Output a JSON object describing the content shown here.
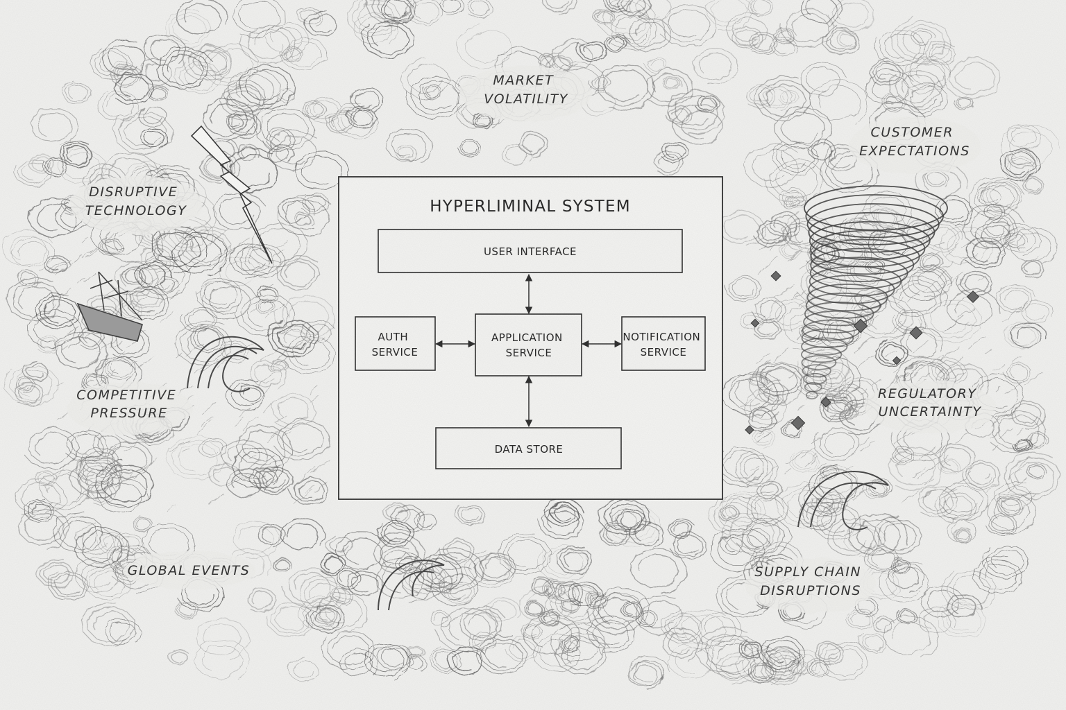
{
  "storm_labels": [
    {
      "key": "market",
      "lines": [
        "MARKET",
        "VOLATILITY"
      ]
    },
    {
      "key": "customer",
      "lines": [
        "CUSTOMER",
        "EXPECTATIONS"
      ]
    },
    {
      "key": "disruptive",
      "lines": [
        "DISRUPTIVE",
        "TECHNOLOGY"
      ]
    },
    {
      "key": "competitive",
      "lines": [
        "COMPETITIVE",
        "PRESSURE"
      ]
    },
    {
      "key": "regulatory",
      "lines": [
        "REGULATORY",
        "UNCERTAINTY"
      ]
    },
    {
      "key": "global",
      "lines": [
        "GLOBAL EVENTS"
      ]
    },
    {
      "key": "supply",
      "lines": [
        "SUPPLY CHAIN",
        "DISRUPTIONS"
      ]
    }
  ],
  "system": {
    "title": "HYPERLIMINAL SYSTEM",
    "components": [
      {
        "key": "ui",
        "lines": [
          "USER INTERFACE"
        ]
      },
      {
        "key": "auth",
        "lines": [
          "AUTH",
          "SERVICE"
        ]
      },
      {
        "key": "app",
        "lines": [
          "APPLICATION",
          "SERVICE"
        ]
      },
      {
        "key": "notif",
        "lines": [
          "NOTIFICATION",
          "SERVICE"
        ]
      },
      {
        "key": "data",
        "lines": [
          "DATA STORE"
        ]
      }
    ],
    "connections": [
      {
        "from": "ui",
        "to": "app",
        "direction": "both"
      },
      {
        "from": "auth",
        "to": "app",
        "direction": "both"
      },
      {
        "from": "app",
        "to": "notif",
        "direction": "both"
      },
      {
        "from": "app",
        "to": "data",
        "direction": "both"
      }
    ]
  },
  "colors": {
    "background": "#f1f1ef",
    "ink": "#2a2a2a",
    "storm": "#555555"
  },
  "decorations": [
    "storm-clouds",
    "lightning-bolt",
    "sinking-ship",
    "ocean-waves",
    "tornado",
    "flying-debris"
  ]
}
